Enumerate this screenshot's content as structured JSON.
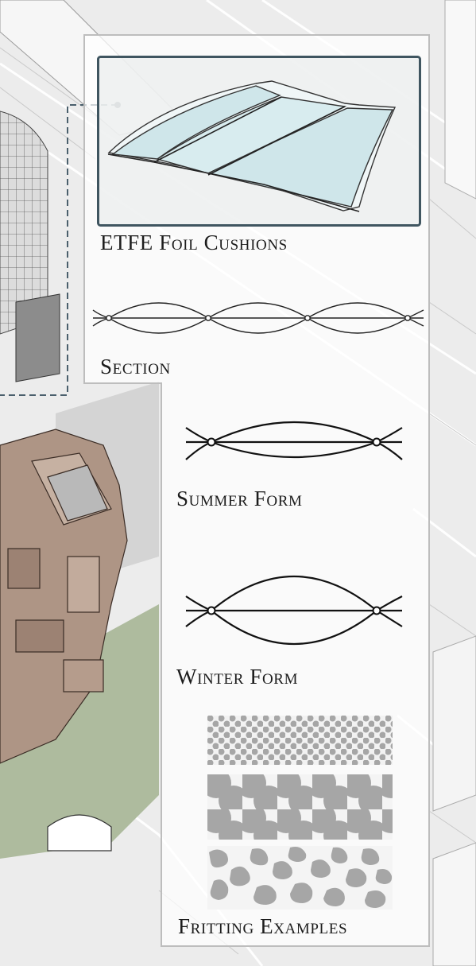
{
  "panel": {
    "etfe_label": "ETFE Foil Cushions",
    "section_label": "Section",
    "summer_label": "Summer Form",
    "winter_label": "Winter Form",
    "fritting_label": "Fritting Examples"
  },
  "colors": {
    "frame": "#3f5560",
    "leader": "#4a5f6c",
    "building": "#ae9585",
    "ground": "#aebb9e",
    "fritting": "#a6a6a6",
    "cushion": "#dcecef"
  },
  "icons": {
    "leader_dot": "callout-dot-icon",
    "section_nodes": "node-circle-icon"
  }
}
